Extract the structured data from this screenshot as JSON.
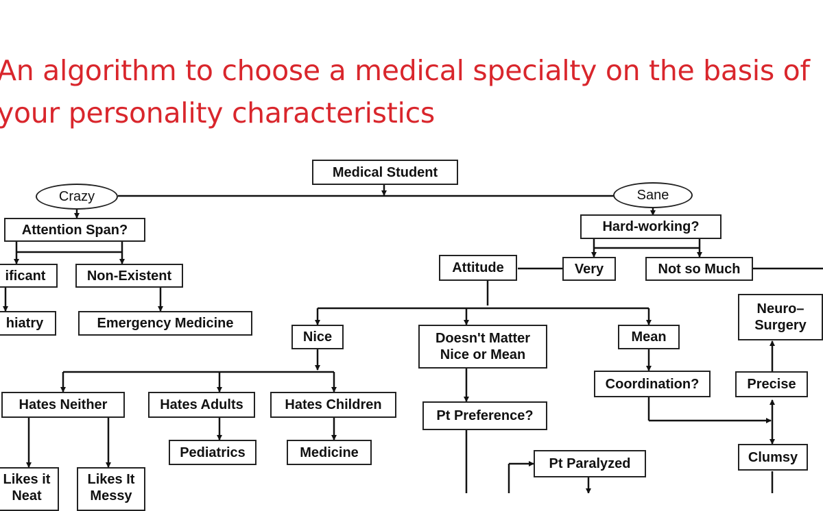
{
  "title": "An algorithm to choose a medical specialty on the basis of your personality characteristics",
  "nodes": {
    "medical_student": "Medical Student",
    "crazy": "Crazy",
    "sane": "Sane",
    "attention_span": "Attention Span?",
    "significant": "ificant",
    "non_existent": "Non-Existent",
    "psychiatry": "hiatry",
    "emergency_medicine": "Emergency Medicine",
    "hard_working": "Hard-working?",
    "attitude": "Attitude",
    "very": "Very",
    "not_so_much": "Not so Much",
    "neurosurgery": "Neuro–\nSurgery",
    "nice": "Nice",
    "doesnt_matter": "Doesn't Matter\nNice  or  Mean",
    "mean": "Mean",
    "coordination": "Coordination?",
    "precise": "Precise",
    "clumsy": "Clumsy",
    "hates_neither": "Hates Neither",
    "hates_adults": "Hates Adults",
    "hates_children": "Hates Children",
    "pt_preference": "Pt Preference?",
    "pediatrics": "Pediatrics",
    "medicine": "Medicine",
    "pt_paralyzed": "Pt Paralyzed",
    "likes_it_neat": "Likes it\nNeat",
    "likes_it_messy": "Likes It\nMessy"
  }
}
